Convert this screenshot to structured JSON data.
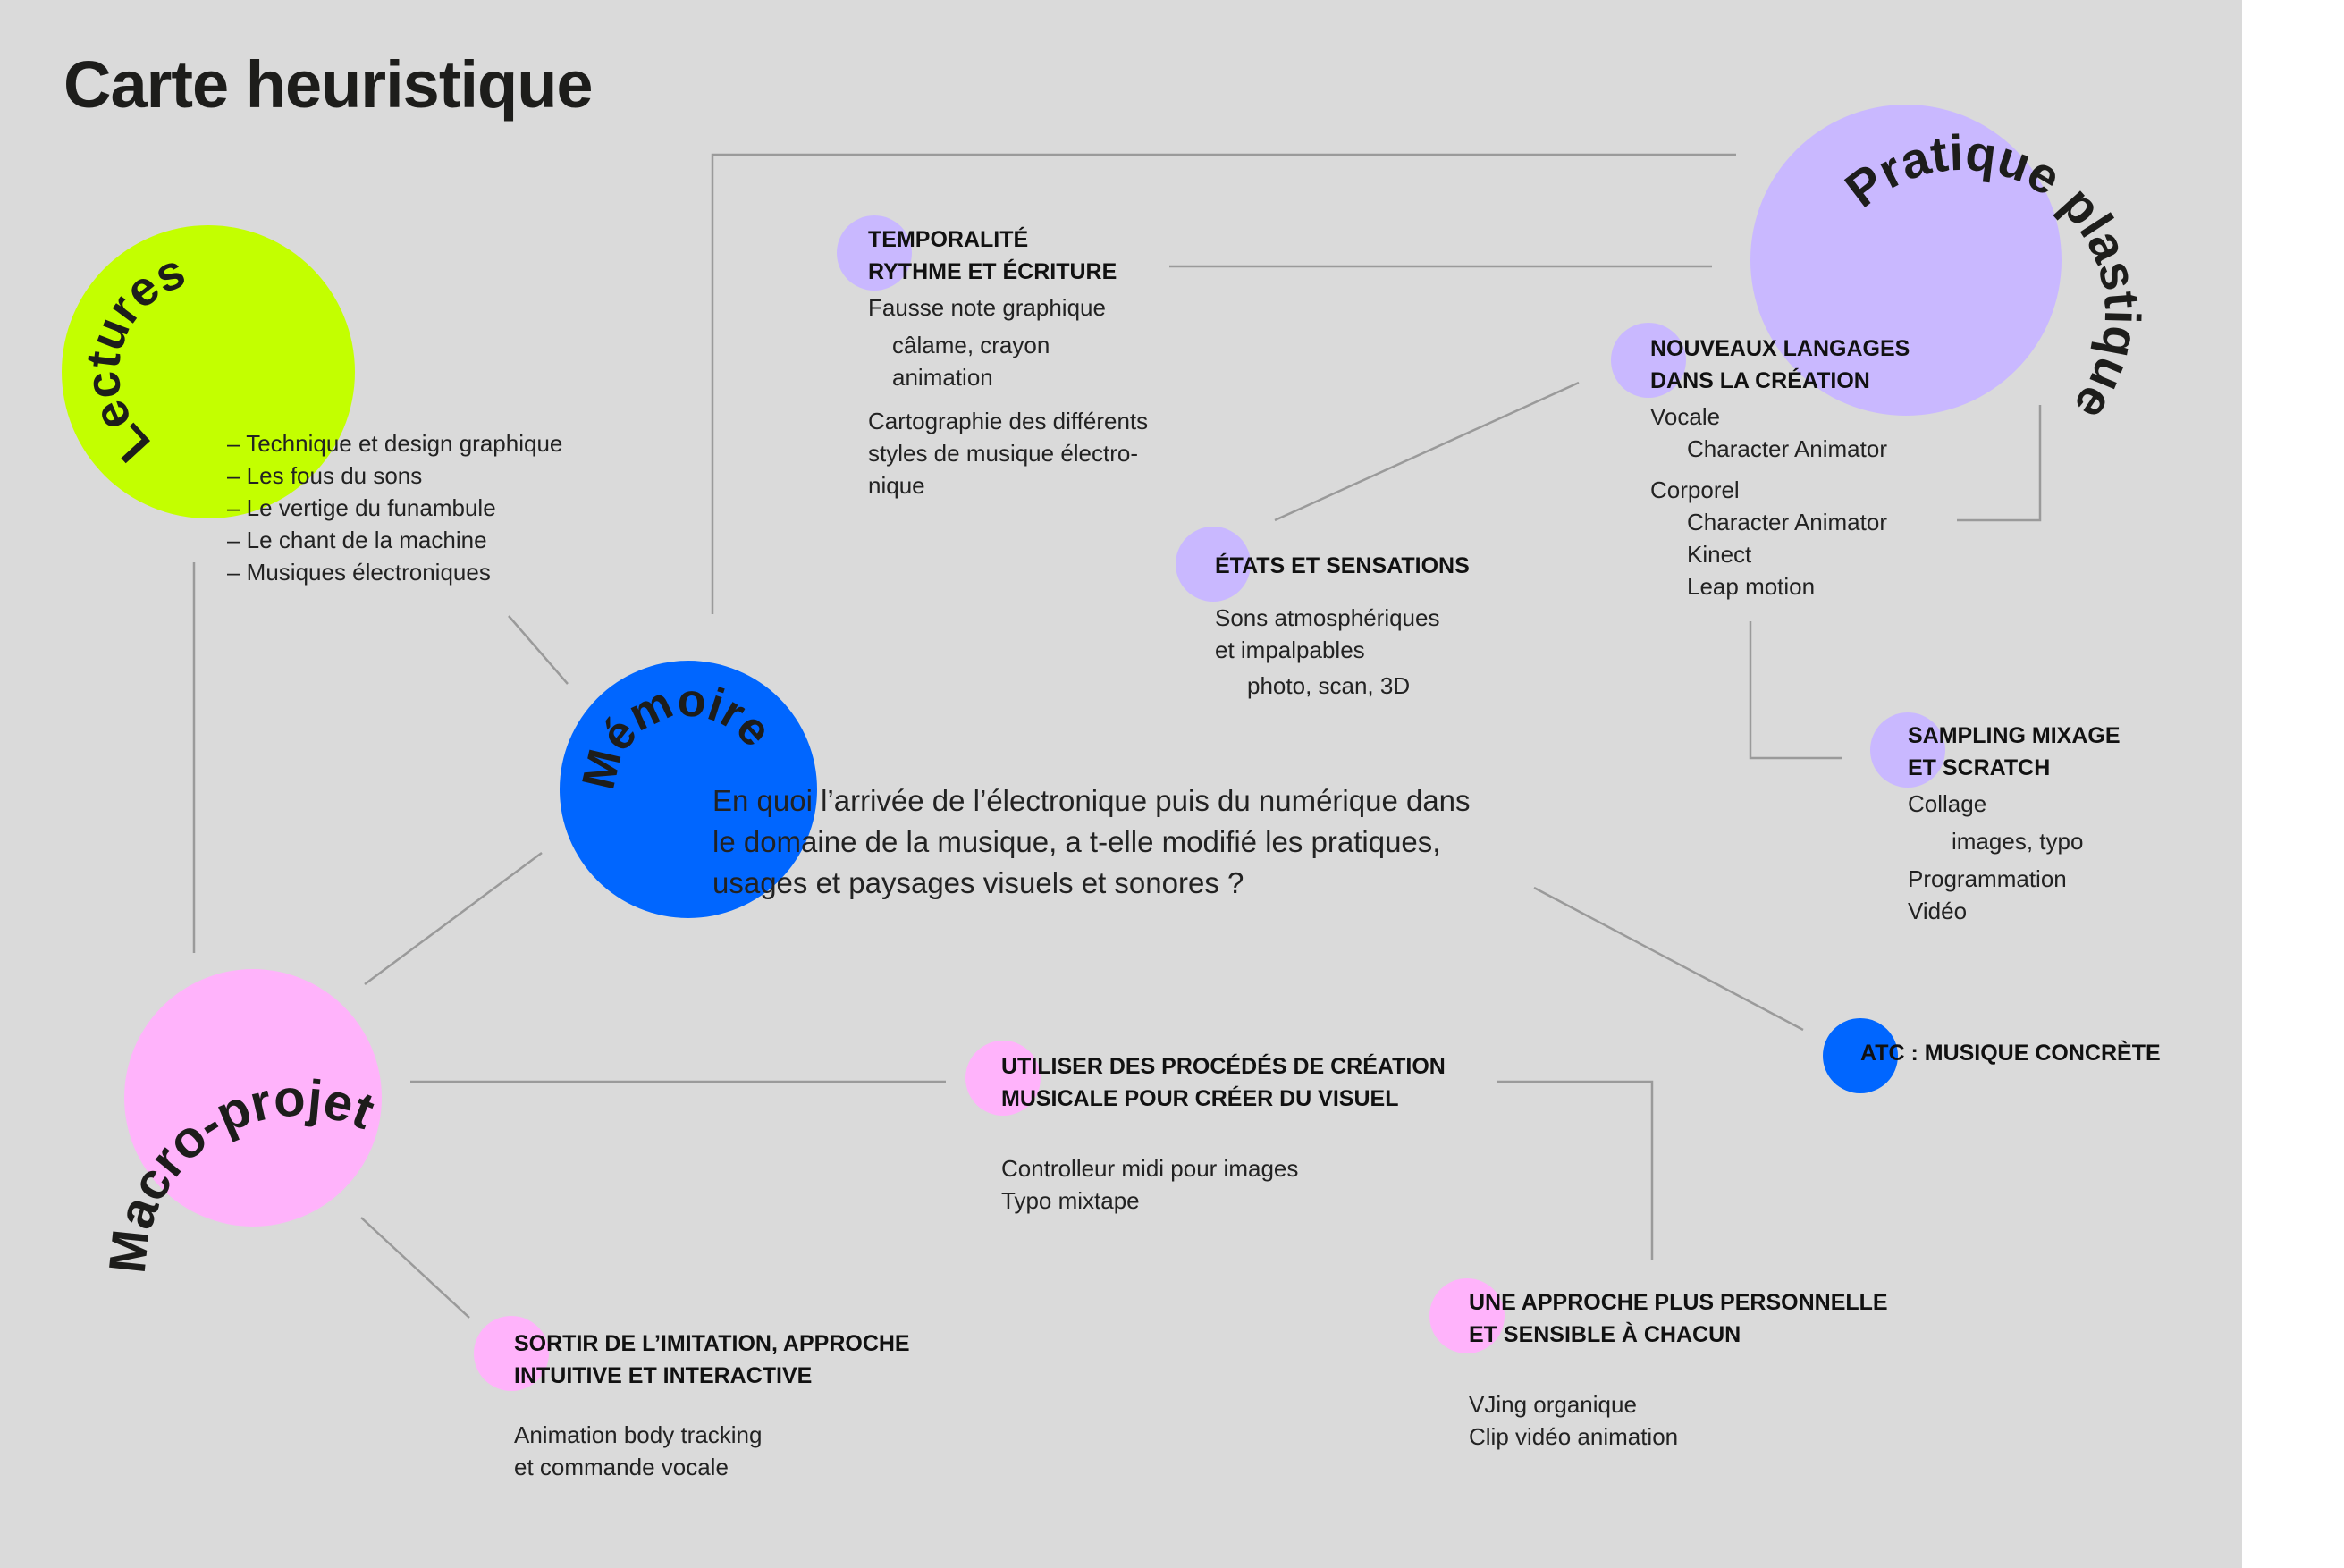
{
  "title": "Carte heuristique",
  "colors": {
    "lime": "#c3ff00",
    "blue": "#0066ff",
    "lavender": "#c9b8ff",
    "pink": "#ffb3fb",
    "background": "#dadada",
    "line": "#9a9a9a"
  },
  "hubs": {
    "lectures": "Lectures",
    "memoire": "Mémoire",
    "pratique": "Pratique plastique",
    "macro": "Macro-projet"
  },
  "lectures_list": [
    "– Technique et design graphique",
    "– Les fous du sons",
    "– Le vertige du funambule",
    "– Le chant de la machine",
    "– Musiques électroniques"
  ],
  "question": [
    "En quoi l’arrivée de l’électronique puis du numérique dans",
    "le domaine de la musique, a t-elle modifié les pratiques,",
    "usages et paysages visuels et sonores ?"
  ],
  "temporalite": {
    "heading": [
      "TEMPORALITÉ",
      "RYTHME ET ÉCRITURE"
    ],
    "item1": "Fausse note graphique",
    "sub1": [
      "câlame, crayon",
      "animation"
    ],
    "item2": [
      "Cartographie des différents",
      "styles de musique électro-",
      "nique"
    ]
  },
  "nouveaux": {
    "heading": [
      "NOUVEAUX LANGAGES",
      "DANS LA CRÉATION"
    ],
    "vocale": "Vocale",
    "vocale_sub": [
      "Character Animator"
    ],
    "corporel": "Corporel",
    "corporel_sub": [
      "Character Animator",
      "Kinect",
      "Leap motion"
    ]
  },
  "etats": {
    "heading": "ÉTATS ET SENSATIONS",
    "body": [
      "Sons atmosphériques",
      "et impalpables"
    ],
    "sub": "photo, scan, 3D"
  },
  "sampling": {
    "heading": [
      "SAMPLING MIXAGE",
      "ET SCRATCH"
    ],
    "collage": "Collage",
    "collage_sub": "images, typo",
    "others": [
      "Programmation",
      "Vidéo"
    ]
  },
  "atc": {
    "heading": "ATC : MUSIQUE CONCRÈTE"
  },
  "utiliser": {
    "heading": [
      "UTILISER DES PROCÉDÉS DE CRÉATION",
      "MUSICALE POUR CRÉER DU VISUEL"
    ],
    "body": [
      "Controlleur midi pour images",
      "Typo mixtape"
    ]
  },
  "approche": {
    "heading": [
      "UNE APPROCHE PLUS PERSONNELLE",
      "ET SENSIBLE À CHACUN"
    ],
    "body": [
      "VJing organique",
      "Clip vidéo animation"
    ]
  },
  "sortir": {
    "heading": [
      "SORTIR DE L’IMITATION, APPROCHE",
      "INTUITIVE ET INTERACTIVE"
    ],
    "body": [
      "Animation body tracking",
      "et commande vocale"
    ]
  }
}
